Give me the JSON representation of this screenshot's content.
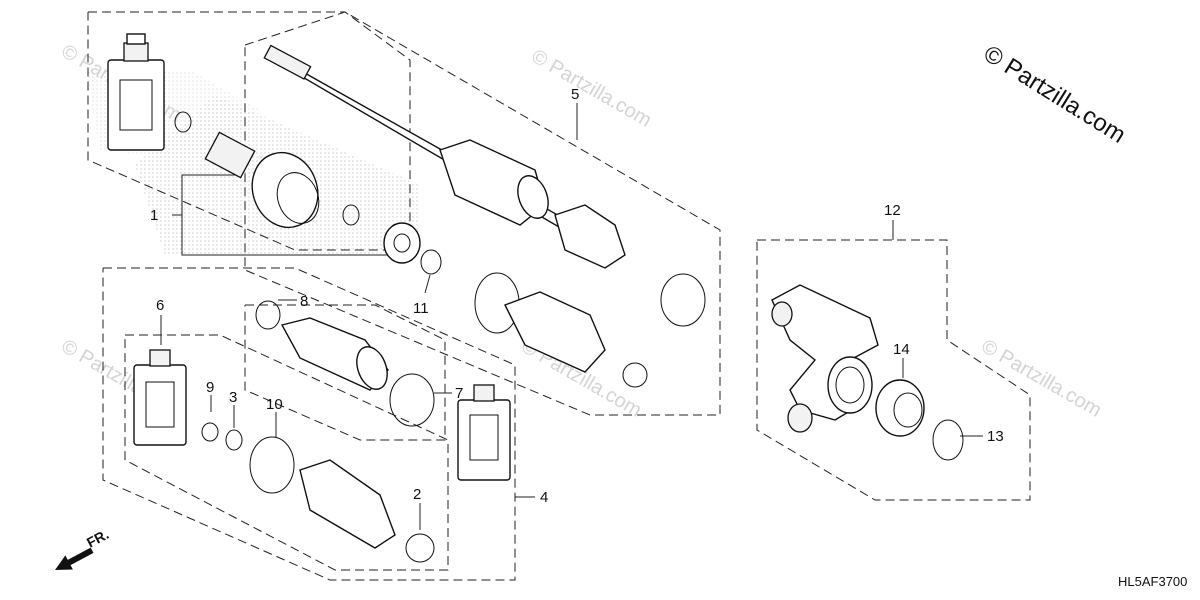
{
  "diagram": {
    "copyright": "© Partzilla.com",
    "watermark_text": "© Partzilla.com",
    "code": "HL5AF3700",
    "front_label": "FR.",
    "callouts": {
      "c1": "1",
      "c2": "2",
      "c3": "3",
      "c4": "4",
      "c5": "5",
      "c6": "6",
      "c7": "7",
      "c8": "8",
      "c9": "9",
      "c10": "10",
      "c11": "11",
      "c12": "12",
      "c13": "13",
      "c14": "14"
    }
  }
}
